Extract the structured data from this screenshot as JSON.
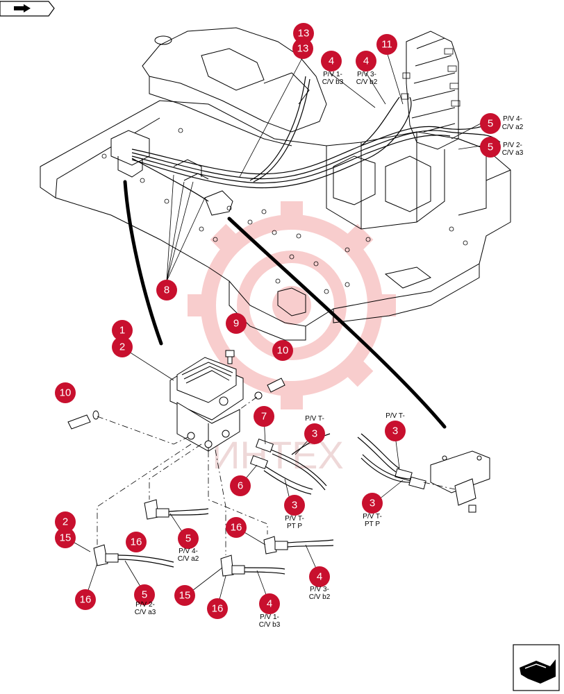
{
  "nav": {
    "back_icon": "arrow-left-page-icon",
    "next_icon": "arrow-right-page-icon"
  },
  "watermark": {
    "text": "ИНТЕХ",
    "color": "#f2a0a0"
  },
  "callout_color": "#c8102e",
  "callouts": {
    "c13a": "13",
    "c13b": "13",
    "c11": "11",
    "c4_top1": "4",
    "c4_top2": "4",
    "c5_top1": "5",
    "c5_top2": "5",
    "c8": "8",
    "c1": "1",
    "c2": "2",
    "c9": "9",
    "c10_right": "10",
    "c10_left": "10",
    "c7": "7",
    "c6": "6",
    "c3_mid": "3",
    "c3_mid2": "3",
    "c3_right1": "3",
    "c3_right2": "3",
    "c2_low": "2",
    "c15_left": "15",
    "c16_left1": "16",
    "c16_left2": "16",
    "c5_mid": "5",
    "c5_low": "5",
    "c16_mid": "16",
    "c15_mid": "15",
    "c16_mid2": "16",
    "c4_mid": "4",
    "c4_low": "4"
  },
  "labels": {
    "top_cvb3": [
      "P/V 1-",
      "C/V b3"
    ],
    "top_cvb2": [
      "P/V 3-",
      "C/V b2"
    ],
    "top_cva2": [
      "P/V 4-",
      "C/V a2"
    ],
    "top_cva3": [
      "P/V 2-",
      "C/V a3"
    ],
    "mid_pvt": [
      "P/V T-"
    ],
    "mid_ptp": [
      "P/V T-",
      "PT P"
    ],
    "right_pvt": [
      "P/V T-"
    ],
    "right_ptp": [
      "P/V T-",
      "PT P"
    ],
    "low_cva2": [
      "P/V 4-",
      "C/V a2"
    ],
    "low_cva3": [
      "P/V 2-",
      "C/V a3"
    ],
    "low_cvb2": [
      "P/V 3-",
      "C/V b2"
    ],
    "low_cvb3": [
      "P/V 1-",
      "C/V b3"
    ]
  }
}
